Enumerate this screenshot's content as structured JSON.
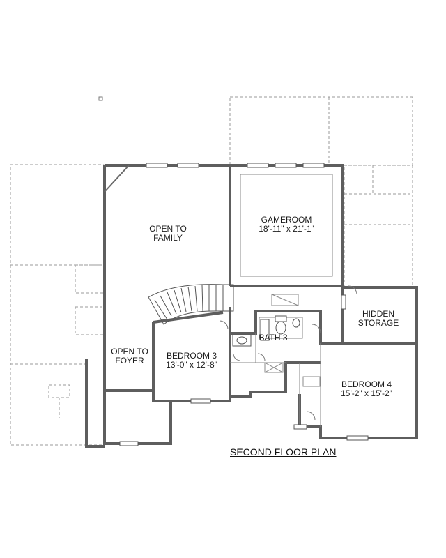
{
  "plan_title": "SECOND FLOOR PLAN",
  "rooms": {
    "gameroom": {
      "name": "GAMEROOM",
      "dims": "18'-11\" x 21'-1\""
    },
    "open_family": {
      "line1": "OPEN TO",
      "line2": "FAMILY"
    },
    "open_foyer": {
      "line1": "OPEN TO",
      "line2": "FOYER"
    },
    "bedroom3": {
      "name": "BEDROOM 3",
      "dims": "13'-0\" x 12'-8\""
    },
    "bath3": {
      "name": "BATH 3"
    },
    "hidden_storage": {
      "line1": "HIDDEN",
      "line2": "STORAGE"
    },
    "bedroom4": {
      "name": "BEDROOM 4",
      "dims": "15'-2\" x 15'-2\""
    }
  },
  "colors": {
    "wall": "#5e5e5e",
    "dashed_outline": "#9a9a9a",
    "background": "#ffffff"
  }
}
